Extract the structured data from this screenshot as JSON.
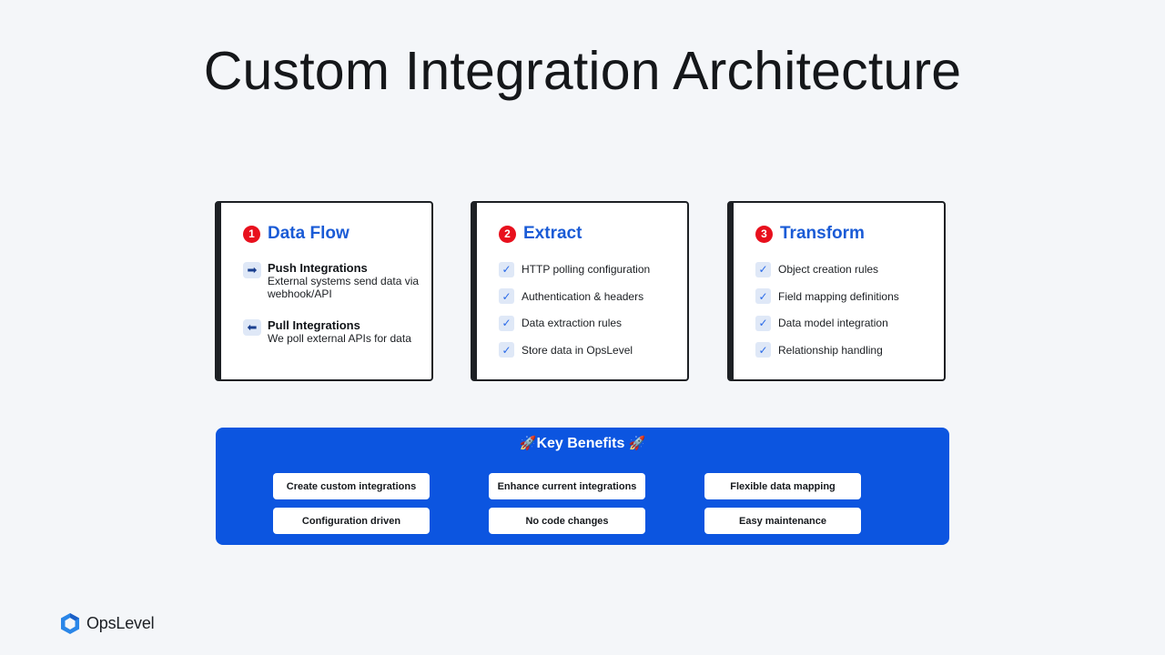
{
  "slide": {
    "title": "Custom Integration Architecture"
  },
  "cards": {
    "data_flow": {
      "number": "1",
      "title": "Data Flow",
      "items": [
        {
          "icon": "arrow-right-icon",
          "glyph": "➡",
          "name": "Push Integrations",
          "desc": "External systems send data via webhook/API"
        },
        {
          "icon": "arrow-left-icon",
          "glyph": "⬅",
          "name": "Pull Integrations",
          "desc": "We poll external APIs for data"
        }
      ]
    },
    "extract": {
      "number": "2",
      "title": "Extract",
      "items": [
        "HTTP polling configuration",
        "Authentication & headers",
        "Data extraction rules",
        "Store data in OpsLevel"
      ]
    },
    "transform": {
      "number": "3",
      "title": "Transform",
      "items": [
        "Object creation rules",
        "Field mapping definitions",
        "Data model integration",
        "Relationship handling"
      ]
    }
  },
  "benefits": {
    "title": "Key Benefits",
    "icon": "rocket-icon",
    "items": [
      "Create custom integrations",
      "Enhance current integrations",
      "Flexible data mapping",
      "Configuration driven",
      "No code changes",
      "Easy maintenance"
    ]
  },
  "brand": {
    "name": "OpsLevel",
    "accent": "#0c55e0",
    "badge_color": "#e8101d",
    "heading_color": "#1a5bd6"
  },
  "icons": {
    "check": "✓"
  }
}
